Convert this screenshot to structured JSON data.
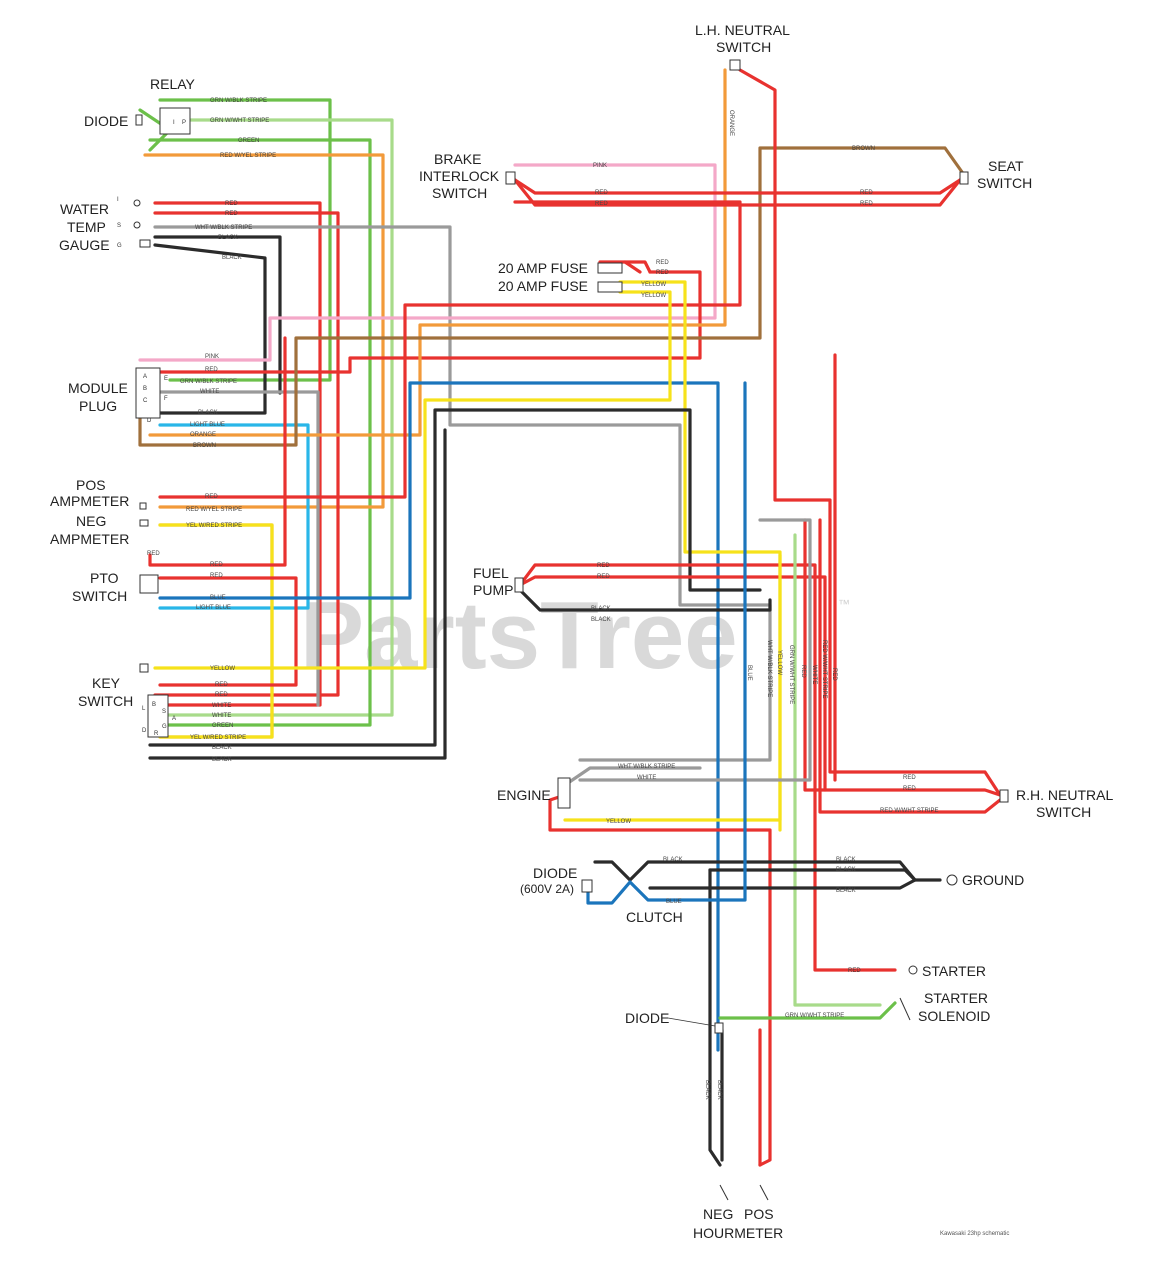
{
  "watermark": {
    "text": "PartsTree",
    "tm": "™"
  },
  "footnote": "Kawasaki 23hp schematic",
  "components": {
    "relay": "RELAY",
    "diode_top": "DIODE",
    "water_temp_1": "WATER",
    "water_temp_2": "TEMP",
    "water_temp_3": "GAUGE",
    "module_1": "MODULE",
    "module_2": "PLUG",
    "pos_amp_1": "POS",
    "pos_amp_2": "AMPMETER",
    "neg_amp_1": "NEG",
    "neg_amp_2": "AMPMETER",
    "pto_1": "PTO",
    "pto_2": "SWITCH",
    "key_1": "KEY",
    "key_2": "SWITCH",
    "lh_neutral_1": "L.H. NEUTRAL",
    "lh_neutral_2": "SWITCH",
    "brake_1": "BRAKE",
    "brake_2": "INTERLOCK",
    "brake_3": "SWITCH",
    "seat_1": "SEAT",
    "seat_2": "SWITCH",
    "fuse_1": "20 AMP FUSE",
    "fuse_2": "20 AMP FUSE",
    "fuel_1": "FUEL",
    "fuel_2": "PUMP",
    "engine": "ENGINE",
    "rh_neutral_1": "R.H. NEUTRAL",
    "rh_neutral_2": "SWITCH",
    "diode_mid_1": "DIODE",
    "diode_mid_2": "(600V 2A)",
    "clutch": "CLUTCH",
    "ground": "GROUND",
    "starter": "STARTER",
    "solenoid_1": "STARTER",
    "solenoid_2": "SOLENOID",
    "diode_low": "DIODE",
    "hour_neg": "NEG",
    "hour_pos": "POS",
    "hourmeter": "HOURMETER"
  },
  "wire_labels": {
    "relay_1": "GRN W/BLK STRIPE",
    "relay_2": "GRN W/WHT STRIPE",
    "relay_3": "GREEN",
    "relay_4": "RED W/YEL STRIPE",
    "wt_1": "RED",
    "wt_2": "RED",
    "wt_3": "WHT W/BLK STRIPE",
    "wt_4": "BLACK",
    "wt_5": "BLACK",
    "mod_1": "PINK",
    "mod_2": "RED",
    "mod_3": "GRN W/BLK STRIPE",
    "mod_4": "WHITE",
    "mod_5": "BLACK",
    "mod_6": "LIGHT BLUE",
    "mod_7": "ORANGE",
    "mod_8": "BROWN",
    "amp_1": "RED",
    "amp_2": "RED W/YEL STRIPE",
    "amp_3": "YEL W/RED STRIPE",
    "pto_1": "RED",
    "pto_2": "RED",
    "pto_3": "RED",
    "pto_4": "BLUE",
    "pto_5": "LIGHT BLUE",
    "key_1": "YELLOW",
    "key_2": "RED",
    "key_3": "RED",
    "key_4": "WHITE",
    "key_5": "WHITE",
    "key_6": "GREEN",
    "key_7": "YEL W/RED STRIPE",
    "key_8": "BLACK",
    "key_9": "BLACK",
    "lh_1": "ORANGE",
    "brake_1": "PINK",
    "brake_2": "RED",
    "brake_3": "RED",
    "seat_1": "BROWN",
    "seat_2": "RED",
    "seat_3": "RED",
    "fuse_1": "RED",
    "fuse_2": "RED",
    "fuse_3": "YELLOW",
    "fuse_4": "YELLOW",
    "fuel_1": "RED",
    "fuel_2": "RED",
    "fuel_3": "BLACK",
    "fuel_4": "BLACK",
    "v_1": "BLUE",
    "v_2": "WHT W/BLK STRIPE",
    "v_3": "YELLOW",
    "v_4": "GRN W/WHT STRIPE",
    "v_5": "RED",
    "v_6": "WHITE",
    "v_7": "RED W/WHT STRIPE",
    "v_8": "RED",
    "eng_1": "WHT W/BLK STRIPE",
    "eng_2": "WHITE",
    "eng_3": "YELLOW",
    "rh_1": "RED",
    "rh_2": "RED",
    "rh_3": "RED W/WHT STRIPE",
    "cl_1": "BLACK",
    "cl_2": "BLUE",
    "gnd_1": "BLACK",
    "gnd_2": "BLACK",
    "gnd_3": "BLACK",
    "st_1": "RED",
    "sol_1": "GRN W/WHT STRIPE",
    "hm_1": "BLACK",
    "hm_2": "BLACK"
  },
  "pins": {
    "relay_i": "I",
    "relay_p": "P",
    "wt_i": "I",
    "wt_s": "S",
    "wt_g": "G",
    "mod_a": "A",
    "mod_b": "B",
    "mod_c": "C",
    "mod_d": "D",
    "mod_e": "E",
    "mod_f": "F",
    "key_l": "L",
    "key_b": "B",
    "key_s": "S",
    "key_a": "A",
    "key_g": "G",
    "key_r": "R",
    "key_d": "D"
  },
  "colors": {
    "red": "#e8322f",
    "black": "#2b2b2b",
    "green": "#6cc04a",
    "yellow": "#f6e21b",
    "pink": "#f4a8c8",
    "orange": "#f29a3a",
    "brown": "#a0703c",
    "blue": "#1b75bc",
    "light_blue": "#29b6e8",
    "white_wire": "#9a9a9a"
  }
}
